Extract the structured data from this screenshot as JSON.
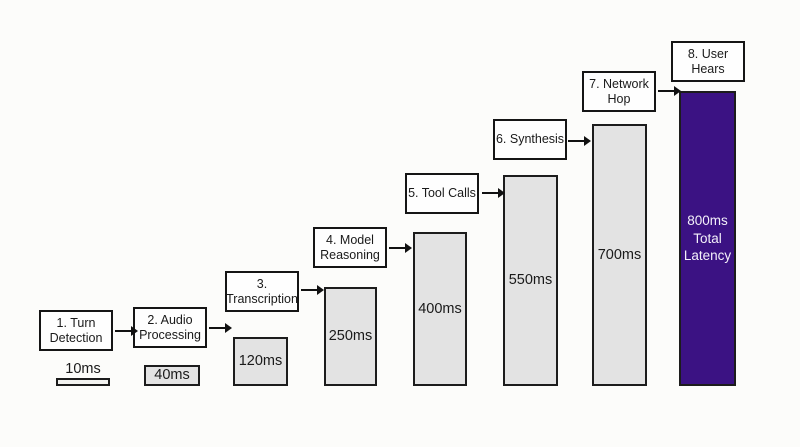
{
  "diagram": {
    "kind": "latency-waterfall",
    "unit": "ms"
  },
  "steps": [
    {
      "box_label": "1. Turn\nDetection",
      "value_label": "10ms",
      "value_ms": 10,
      "highlight": false
    },
    {
      "box_label": "2. Audio\nProcessing",
      "value_label": "40ms",
      "value_ms": 40,
      "highlight": false
    },
    {
      "box_label": "3.\nTranscription",
      "value_label": "120ms",
      "value_ms": 120,
      "highlight": false
    },
    {
      "box_label": "4. Model\nReasoning",
      "value_label": "250ms",
      "value_ms": 250,
      "highlight": false
    },
    {
      "box_label": "5. Tool Calls",
      "value_label": "400ms",
      "value_ms": 400,
      "highlight": false
    },
    {
      "box_label": "6. Synthesis",
      "value_label": "550ms",
      "value_ms": 550,
      "highlight": false
    },
    {
      "box_label": "7. Network\nHop",
      "value_label": "700ms",
      "value_ms": 700,
      "highlight": false
    },
    {
      "box_label": "8. User\nHears",
      "value_label": "800ms\nTotal\nLatency",
      "value_ms": 800,
      "highlight": true
    }
  ],
  "chart_data": {
    "type": "bar",
    "categories": [
      "1. Turn Detection",
      "2. Audio Processing",
      "3. Transcription",
      "4. Model Reasoning",
      "5. Tool Calls",
      "6. Synthesis",
      "7. Network Hop",
      "8. User Hears"
    ],
    "values": [
      10,
      40,
      120,
      250,
      400,
      550,
      700,
      800
    ],
    "bar_labels": [
      "10ms",
      "40ms",
      "120ms",
      "250ms",
      "400ms",
      "550ms",
      "700ms",
      "800ms Total Latency"
    ],
    "unit": "ms",
    "title": "",
    "xlabel": "",
    "ylabel": "",
    "ylim": [
      0,
      800
    ],
    "grid": false,
    "legend": false,
    "annotations": [
      "800ms Total Latency"
    ]
  },
  "colors": {
    "background": "#fcfcfa",
    "bar_fill": "#e3e3e3",
    "bar_border": "#1c1c1c",
    "box_fill": "#fefefe",
    "box_border": "#151515",
    "highlight_purple": "#3b1283",
    "highlight_text": "#f4f1fa",
    "text": "#1a1a1a",
    "arrow": "#111111"
  }
}
